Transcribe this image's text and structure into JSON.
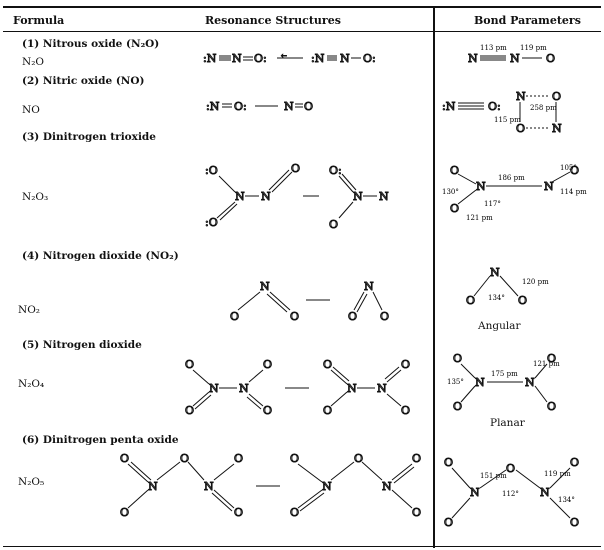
{
  "headers": {
    "formula": "Formula",
    "resonance": "Resonance Structures",
    "bond": "Bond Parameters"
  },
  "rows": [
    {
      "title": "(1) Nitrous oxide (N₂O)",
      "formula": "N₂O",
      "bond_labels": [
        "113 pm",
        "119 pm"
      ],
      "caption": ""
    },
    {
      "title": "(2) Nitric oxide (NO)",
      "formula": "NO",
      "bond_labels": [
        "115 pm",
        "258 pm"
      ],
      "caption": ""
    },
    {
      "title": "(3) Dinitrogen trioxide",
      "formula": "N₂O₃",
      "bond_labels": [
        "186 pm",
        "105°",
        "114 pm",
        "130°",
        "117°",
        "121 pm"
      ],
      "caption": ""
    },
    {
      "title": "(4) Nitrogen dioxide (NO₂)",
      "formula": "NO₂",
      "bond_labels": [
        "120 pm",
        "134°"
      ],
      "caption": "Angular"
    },
    {
      "title": "(5) Nitrogen dioxide",
      "formula": "N₂O₄",
      "bond_labels": [
        "175 pm",
        "121 pm",
        "135°"
      ],
      "caption": "Planar"
    },
    {
      "title": "(6) Dinitrogen penta oxide",
      "formula": "N₂O₅",
      "bond_labels": [
        "151 pm",
        "119 pm",
        "112°",
        "134°"
      ],
      "caption": ""
    }
  ]
}
